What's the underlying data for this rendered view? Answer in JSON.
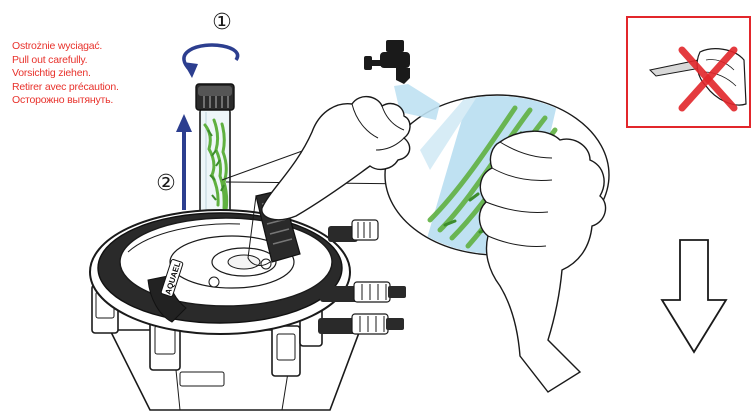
{
  "instructions": {
    "lines": [
      "Ostrożnie wyciągać.",
      "Pull out  carefully.",
      "Vorsichtig ziehen.",
      "Retirer avec précaution.",
      "Осторожно вытянуть."
    ],
    "color": "#e8322c"
  },
  "steps": {
    "rotate": "①",
    "pull": "②"
  },
  "filter_badge": "AQUAEL",
  "icons": {
    "rotate": "curved-rotate-arrow",
    "pull": "straight-up-arrow",
    "tap": "water-tap",
    "prohibition": "red-x-cross",
    "next": "down-outline-arrow"
  },
  "colors": {
    "arrows": "#2c3e8f",
    "sponge": "#5fb040",
    "water": "#bfe1f2",
    "warning_frame": "#e2262b",
    "outline": "#1a1a1a"
  }
}
